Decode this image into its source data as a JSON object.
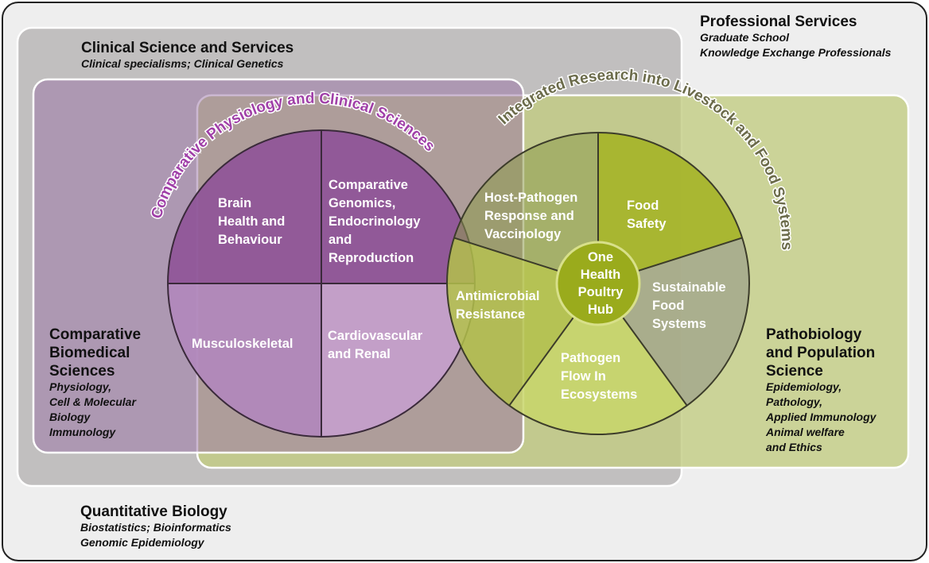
{
  "professional_services": {
    "title": "Professional Services",
    "lines": [
      "Graduate School",
      "Knowledge Exchange Professionals"
    ]
  },
  "clinical_science": {
    "title": "Clinical Science and Services",
    "lines": [
      "Clinical specialisms; Clinical Genetics"
    ]
  },
  "quantitative_biology": {
    "title": "Quantitative Biology",
    "lines": [
      "Biostatistics; Bioinformatics",
      "Genomic Epidemiology"
    ]
  },
  "comparative_biomedical": {
    "title_lines": [
      "Comparative",
      "Biomedical",
      "Sciences"
    ],
    "lines": [
      "Physiology,",
      "Cell & Molecular",
      "Biology",
      "Immunology"
    ]
  },
  "pathobiology": {
    "title_lines": [
      "Pathobiology",
      "and Population",
      "Science"
    ],
    "lines": [
      "Epidemiology,",
      "Pathology,",
      "Applied Immunology",
      "Animal welfare",
      "and Ethics"
    ]
  },
  "comparative_physiology_circle": {
    "arc_title": "Comparative Physiology and Clinical Sciences",
    "segments": [
      {
        "lines": [
          "Brain",
          "Health and",
          "Behaviour"
        ]
      },
      {
        "lines": [
          "Comparative",
          "Genomics,",
          "Endocrinology",
          "and",
          "Reproduction"
        ]
      },
      {
        "lines": [
          "Musculoskeletal"
        ]
      },
      {
        "lines": [
          "Cardiovascular",
          "and Renal"
        ]
      }
    ]
  },
  "livestock_circle": {
    "arc_title": "Integrated Research into Livestock and Food Systems",
    "segments": [
      {
        "lines": [
          "Host-Pathogen",
          "Response and",
          "Vaccinology"
        ]
      },
      {
        "lines": [
          "Food",
          "Safety"
        ]
      },
      {
        "lines": [
          "Sustainable",
          "Food",
          "Systems"
        ]
      },
      {
        "lines": [
          "Pathogen",
          "Flow In",
          "Ecosystems"
        ]
      },
      {
        "lines": [
          "Antimicrobial",
          "Resistance"
        ]
      }
    ],
    "hub": [
      "One",
      "Health",
      "Poultry",
      "Hub"
    ]
  },
  "colors": {
    "outer_frame": "#eeeeee",
    "clinical_box": "#b8b6b6",
    "purple_box": "#9a72a6",
    "green_box": "#c2cc82",
    "purple_dark": "#8f5598",
    "purple_light": "#c4a0cc",
    "green_bright": "#a6b52c",
    "green_olive": "#8e9a4c",
    "green_grey": "#a5a88c",
    "green_mid": "#b3c14a",
    "hub": "#9aab1c"
  }
}
